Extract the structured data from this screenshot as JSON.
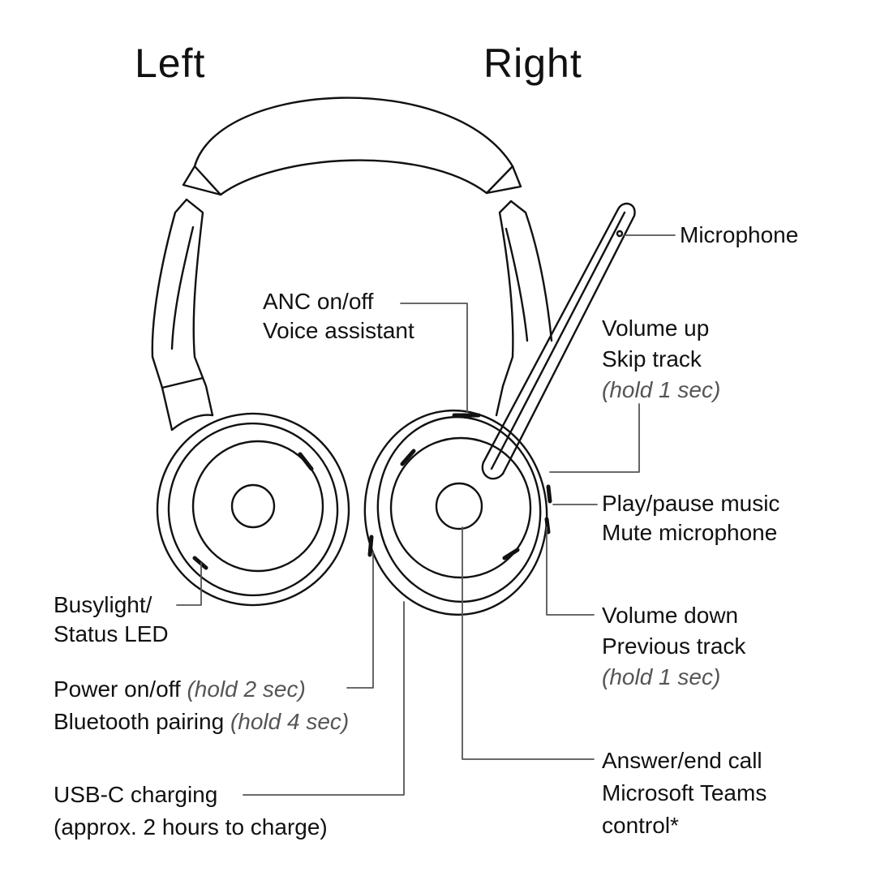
{
  "sides": {
    "left": "Left",
    "right": "Right"
  },
  "callouts": {
    "microphone": {
      "line1": "Microphone"
    },
    "anc": {
      "line1": "ANC on/off",
      "line2": "Voice assistant"
    },
    "volume_up": {
      "line1": "Volume up",
      "line2": "Skip track",
      "hint": "(hold 1 sec)"
    },
    "play_pause": {
      "line1": "Play/pause music",
      "line2": "Mute microphone"
    },
    "volume_down": {
      "line1": "Volume down",
      "line2": "Previous track",
      "hint": "(hold 1 sec)"
    },
    "busylight": {
      "line1": "Busylight/",
      "line2": "Status LED"
    },
    "power": {
      "line1": "Power on/off",
      "hint1": "(hold 2 sec)",
      "line2": "Bluetooth pairing",
      "hint2": "(hold 4 sec)"
    },
    "usbc": {
      "line1": "USB-C charging",
      "line2": "(approx. 2 hours to charge)"
    },
    "answer": {
      "line1": "Answer/end call",
      "line2": "Microsoft Teams",
      "line3": "control*"
    }
  },
  "colors": {
    "ink": "#111111",
    "leader": "#555555",
    "hint": "#555555",
    "background": "#ffffff"
  }
}
